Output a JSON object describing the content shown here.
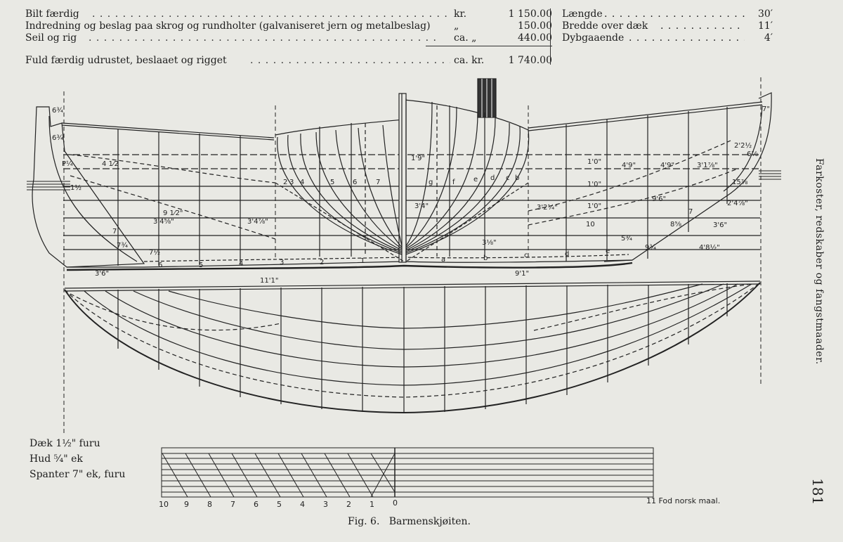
{
  "costs": [
    {
      "label": "Bilt færdig",
      "currency": "kr.",
      "amount": "1 150.00"
    },
    {
      "label": "Indredning og beslag paa skrog og rundholter (galvaniseret jern og metalbeslag)",
      "currency": "„",
      "amount": "150.00"
    },
    {
      "label": "Seil og rig",
      "currency": "ca.  „",
      "amount": "440.00"
    }
  ],
  "total": {
    "label": "Fuld færdig udrustet, beslaaet og rigget",
    "currency": "ca. kr.",
    "amount": "1 740.00"
  },
  "dimensions": [
    {
      "label": "Længde",
      "value": "30′"
    },
    {
      "label": "Bredde over dæk",
      "value": "11′"
    },
    {
      "label": "Dybgaaende",
      "value": "4′"
    }
  ],
  "materials": [
    "Dæk 1½\" furu",
    "Hud ⁵⁄₄\" ek",
    "Spanter 7\" ek, furu"
  ],
  "scale": {
    "ticks": [
      "10",
      "9",
      "8",
      "7",
      "6",
      "5",
      "4",
      "3",
      "2",
      "1",
      "0"
    ],
    "unit_label": "11 Fod norsk maal."
  },
  "drawing_labels": {
    "stern_top": "6¾",
    "stern_mid": "6¾",
    "p": "P¼",
    "four_half": "4 1⁄2",
    "nine_half": "9 1⁄2\"",
    "three_four_58": "3'4⅝\"",
    "three_four_78": "3'4⅞\"",
    "seven": "7",
    "seven_b": "7",
    "seven_34": "7¾",
    "seven_half": "7½",
    "three_six_a": "3'6\"",
    "eleven_one": "11'1\"",
    "nine_one": "9'1\"",
    "station_numbers": [
      "6",
      "5",
      "4",
      "3",
      "2",
      "1"
    ],
    "station_letters": [
      "a",
      "b",
      "c",
      "d",
      "e"
    ],
    "one_nine": "1'9\"",
    "three_four": "3'4\"",
    "three_two": "3'2¼\"",
    "one_zero": [
      "1'0\"",
      "1'0\"",
      "1'0\"",
      "10"
    ],
    "four_nine_a": "4'9\"",
    "four_nine_b": "4'9\"",
    "three_one": "3'1⅞\"",
    "two_two": "2'2½",
    "six_a": "6⅞",
    "one_five": "15⅞",
    "two_four": "2'4⅞\"",
    "nine_six": "9'6\"",
    "three_six_b": "3'6\"",
    "four_eight": "4'8½\"",
    "eight_five": "8⅝",
    "five_three": "5¾",
    "nine_three": "9¾",
    "three_eight": "3⅛\"",
    "seven_r": "7\"",
    "section_numbers": [
      "2",
      "3",
      "4",
      "5",
      "6",
      "7",
      "g",
      "f",
      "e",
      "d",
      "c",
      "b"
    ],
    "one_4": "1½"
  },
  "caption": "Fig. 6.   Barmenskjøiten.",
  "side_title": "Farkoster, redskaber og fangstmaader.",
  "page_number": "181"
}
